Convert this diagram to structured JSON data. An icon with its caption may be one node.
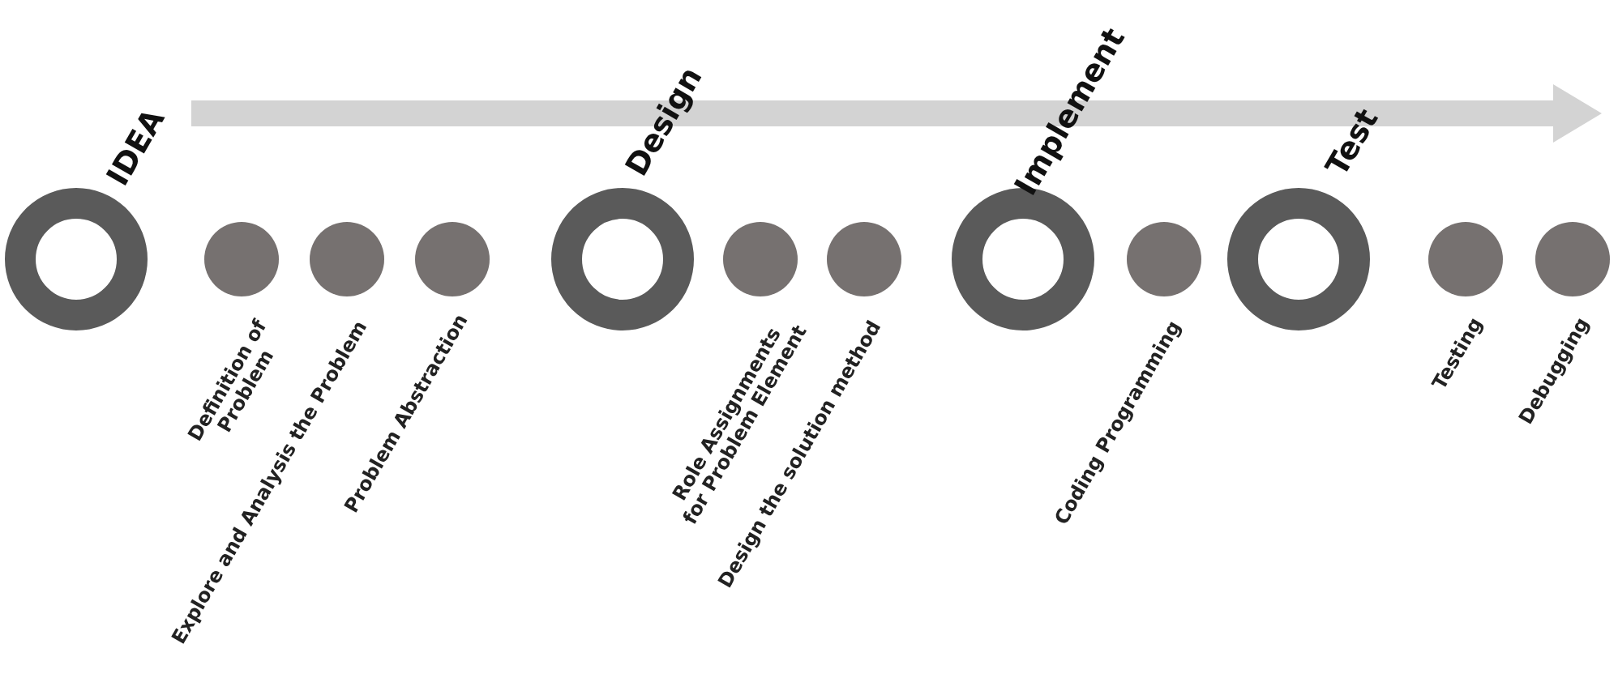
{
  "diagram": {
    "nodes": [
      {
        "text": [
          "IDEA"
        ]
      },
      {
        "text": [
          "Definition of Problem"
        ]
      },
      {
        "text": [
          "Explore and Analysis the Problem"
        ]
      },
      {
        "text": [
          "Problem Abstraction"
        ]
      },
      {
        "text": [
          "Design"
        ]
      },
      {
        "text": [
          "Role Assignments for Problem Element"
        ]
      },
      {
        "text": [
          "Design the solution method"
        ]
      },
      {
        "text": [
          "Implement"
        ]
      },
      {
        "text": [
          "Coding Programming"
        ]
      },
      {
        "text": [
          "Test"
        ]
      },
      {
        "text": [
          "Testing"
        ]
      },
      {
        "text": [
          "Debugging"
        ]
      }
    ]
  }
}
